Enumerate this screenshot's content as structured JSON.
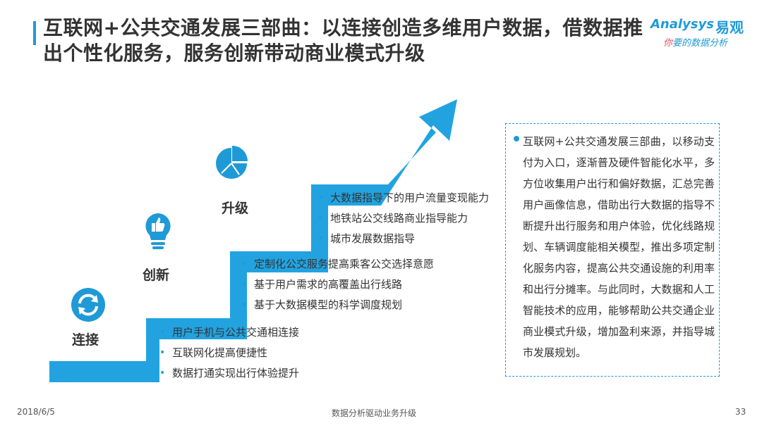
{
  "title": "互联网+公共交通发展三部曲：以连接创造多维用户数据，借数据推出个性化服务，服务创新带动商业模式升级",
  "logo": {
    "brand_en": "Analysys",
    "brand_cn": "易观",
    "slogan_highlight": "你",
    "slogan_rest": "要的数据分析"
  },
  "stages": [
    {
      "label": "连接",
      "icon": "refresh-icon",
      "bullets": [
        "用户手机与公共交通相连接",
        "互联网化提高便捷性",
        "数据打通实现出行体验提升"
      ]
    },
    {
      "label": "创新",
      "icon": "lightbulb-icon",
      "bullets": [
        "定制化公交服务提高乘客公交选择意愿",
        "基于用户需求的高覆盖出行线路",
        "基于大数据模型的科学调度规划"
      ]
    },
    {
      "label": "升级",
      "icon": "pie-chart-icon",
      "bullets": [
        "大数据指导下的用户流量变现能力",
        "地铁站公交线路商业指导能力",
        "城市发展数据指导"
      ]
    }
  ],
  "description": "互联网+公共交通发展三部曲，以移动支付为入口，逐渐普及硬件智能化水平，多方位收集用户出行和偏好数据，汇总完善用户画像信息，借助出行大数据的指导不断提升出行服务和用户体验，优化线路规划、车辆调度能相关模型，推出多项定制化服务内容，提高公共交通设施的利用率和出行分摊率。与此同时，大数据和人工智能技术的应用，能够帮助公共交通企业商业模式升级，增加盈利来源，并指导城市发展规划。",
  "footer": {
    "date": "2018/6/5",
    "center": "数据分析驱动业务升级",
    "page": "33"
  },
  "colors": {
    "accent": "#1f9ad6",
    "stair": "#22a3e0",
    "logo_red": "#e8495f"
  }
}
